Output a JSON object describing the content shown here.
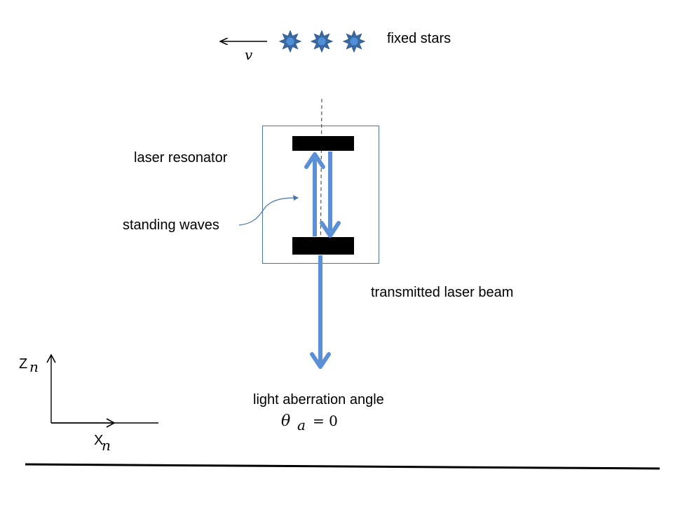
{
  "labels": {
    "fixed_stars": "fixed stars",
    "velocity": "v",
    "laser_resonator": "laser resonator",
    "standing_waves": "standing waves",
    "transmitted_beam": "transmitted laser beam",
    "aberration_angle": "light aberration angle",
    "theta": "θ",
    "theta_sub": "a",
    "theta_eq": "= 0"
  },
  "axes": {
    "z_letter": "Z",
    "z_sub": "n",
    "x_letter": "X",
    "x_sub": "n"
  },
  "colors": {
    "beam": "#5b8fd6",
    "star": "#3b6aa3",
    "star_center": "#4f8fd9",
    "mirror": "#000000",
    "box_border": "#4a74a8"
  },
  "icons": {
    "star": "eight-point-star-icon"
  }
}
